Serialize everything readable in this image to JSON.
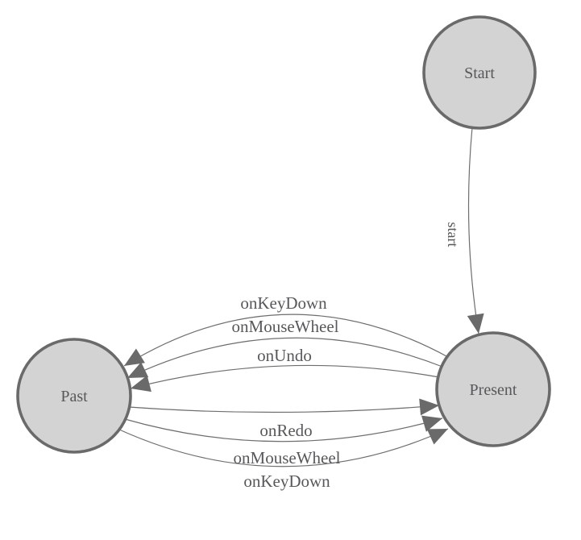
{
  "diagram": {
    "type": "state-machine",
    "background_color": "#ffffff",
    "colors": {
      "node_fill": "#d3d3d3",
      "node_border": "#6a6a6a",
      "edge_stroke": "#6e6e6e",
      "arrowhead_fill": "#6a6a6a",
      "label_text": "#58585a"
    },
    "nodes": [
      {
        "id": "start",
        "label": "Start"
      },
      {
        "id": "past",
        "label": "Past"
      },
      {
        "id": "present",
        "label": "Present"
      }
    ],
    "edges": [
      {
        "from": "start",
        "to": "present",
        "label": "start"
      },
      {
        "from": "present",
        "to": "past",
        "label": "onKeyDown"
      },
      {
        "from": "present",
        "to": "past",
        "label": "onMouseWheel"
      },
      {
        "from": "present",
        "to": "past",
        "label": "onUndo"
      },
      {
        "from": "past",
        "to": "present",
        "label": "onRedo"
      },
      {
        "from": "past",
        "to": "present",
        "label": "onMouseWheel"
      },
      {
        "from": "past",
        "to": "present",
        "label": "onKeyDown"
      }
    ]
  }
}
